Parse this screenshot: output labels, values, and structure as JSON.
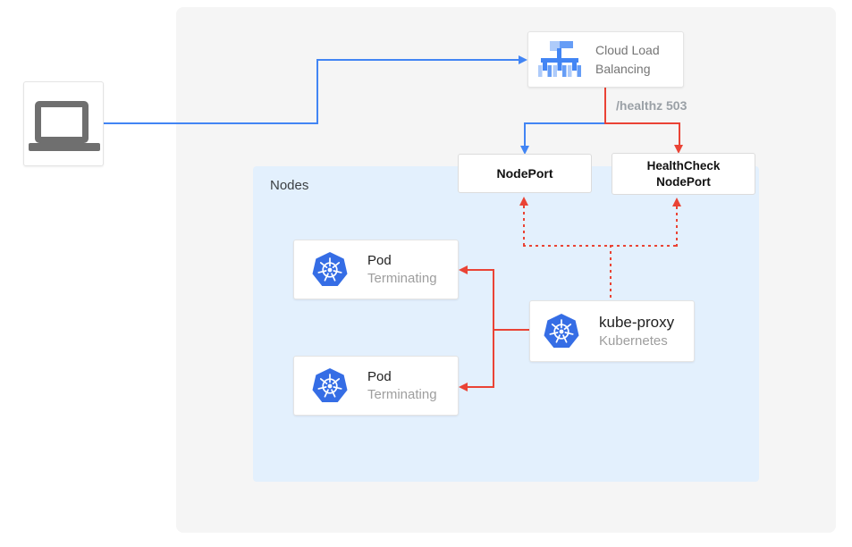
{
  "colors": {
    "accent_blue": "#4285f4",
    "accent_red": "#ea4335",
    "outer_panel_bg": "#f5f5f5",
    "nodes_panel_bg": "#e3f0fd",
    "kubernetes_blue": "#356de5",
    "clb_icon_light": "#aecbfa",
    "clb_icon_medium": "#669df6"
  },
  "client": {
    "icon": "laptop-icon"
  },
  "clb": {
    "icon": "cloud-load-balancing-icon",
    "line1": "Cloud Load",
    "line2": "Balancing"
  },
  "edge_labels": {
    "healthz": "/healthz 503"
  },
  "nodeport": {
    "label": "NodePort"
  },
  "healthcheck_nodeport": {
    "line1": "HealthCheck",
    "line2": "NodePort"
  },
  "nodes_panel": {
    "label": "Nodes"
  },
  "kube_proxy": {
    "icon": "kubernetes-icon",
    "title": "kube-proxy",
    "subtitle": "Kubernetes"
  },
  "pods": [
    {
      "icon": "kubernetes-icon",
      "title": "Pod",
      "subtitle": "Terminating"
    },
    {
      "icon": "kubernetes-icon",
      "title": "Pod",
      "subtitle": "Terminating"
    }
  ]
}
